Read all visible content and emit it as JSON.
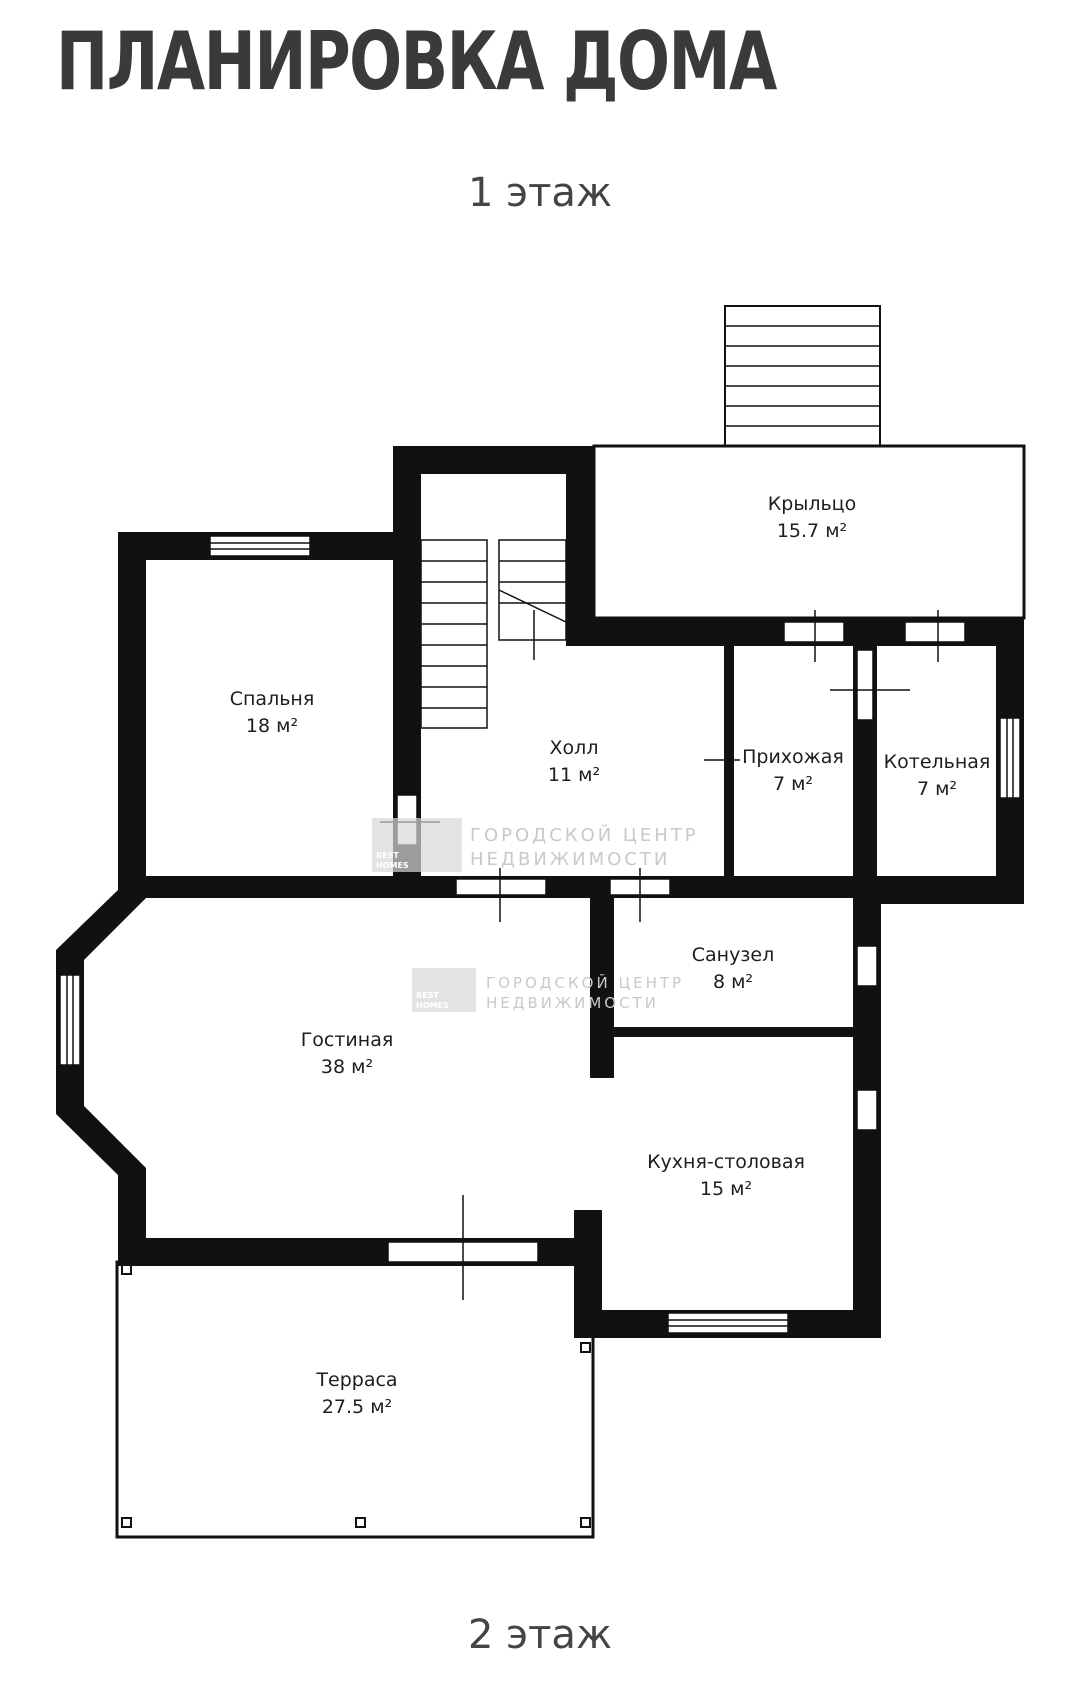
{
  "title": "ПЛАНИРОВКА ДОМА",
  "floors": [
    {
      "label": "1 этаж"
    },
    {
      "label": "2 этаж"
    }
  ],
  "rooms": [
    {
      "id": "porch",
      "name": "Крыльцо",
      "area": "15.7 м²"
    },
    {
      "id": "bedroom",
      "name": "Спальня",
      "area": "18 м²"
    },
    {
      "id": "hall",
      "name": "Холл",
      "area": "11 м²"
    },
    {
      "id": "entry",
      "name": "Прихожая",
      "area": "7 м²"
    },
    {
      "id": "boiler",
      "name": "Котельная",
      "area": "7 м²"
    },
    {
      "id": "bathroom",
      "name": "Санузел",
      "area": "8 м²"
    },
    {
      "id": "living",
      "name": "Гостиная",
      "area": "38 м²"
    },
    {
      "id": "kitchen",
      "name": "Кухня-столовая",
      "area": "15 м²"
    },
    {
      "id": "terrace",
      "name": "Терраса",
      "area": "27.5 м²"
    }
  ],
  "watermark": {
    "brand_top": "BEST",
    "brand_bottom": "HOMES",
    "line1": "ГОРОДСКОЙ ЦЕНТР",
    "line2": "НЕДВИЖИМОСТИ"
  }
}
